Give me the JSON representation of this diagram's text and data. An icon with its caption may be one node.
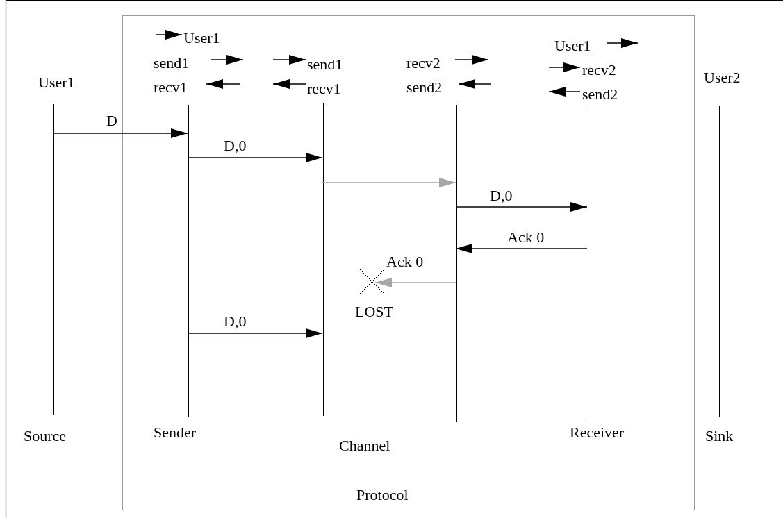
{
  "diagram": {
    "nodes": [
      {
        "text": [
          "Protocol"
        ]
      },
      {
        "text": [
          "User1",
          "Source"
        ]
      },
      {
        "text": [
          "User1",
          "send1",
          "recv1",
          "Sender"
        ],
        "in": 0
      },
      {
        "text": [
          "send1",
          "recv1"
        ],
        "in": 0
      },
      {
        "text": [
          "recv2",
          "send2"
        ],
        "in": 0
      },
      {
        "text": [
          "User1",
          "recv2",
          "send2",
          "Receiver"
        ],
        "in": 0
      },
      {
        "text": [
          "User2",
          "Sink"
        ]
      },
      {
        "text": [
          "LOST"
        ],
        "in": 0
      }
    ],
    "edges": [
      {
        "from": 1,
        "to": 2,
        "arrow": "to",
        "label": "D"
      },
      {
        "from": 2,
        "to": 3,
        "arrow": "to",
        "label": "D,0"
      },
      {
        "from": 3,
        "to": 4,
        "arrow": "to",
        "color": "#a6a6a6"
      },
      {
        "from": 4,
        "to": 5,
        "arrow": "to",
        "label": "D,0"
      },
      {
        "from": 5,
        "to": 4,
        "arrow": "to",
        "label": "Ack 0"
      },
      {
        "from": 4,
        "to": 7,
        "arrow": "to",
        "label": "Ack 0",
        "color": "#a6a6a6"
      },
      {
        "from": 2,
        "to": 3,
        "arrow": "to",
        "label": "D,0"
      }
    ],
    "labels": [
      "Channel"
    ]
  }
}
